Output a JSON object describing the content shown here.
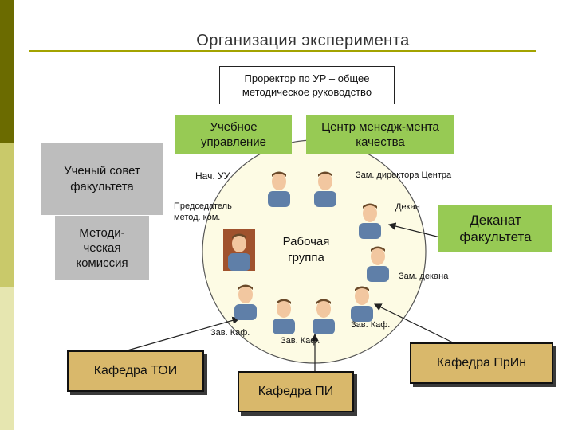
{
  "title": "Организация эксперимента",
  "boxes": {
    "prorector": "Проректор по УР – общее методическое руководство",
    "uchebnoe": "Учебное управление",
    "centr": "Центр менедж-мента качества",
    "uch_sovet": "Ученый совет факультета",
    "metod": "Методи-ческая комиссия",
    "dekanat": "Деканат факультета",
    "toi": "Кафедра ТОИ",
    "pi": "Кафедра ПИ",
    "prin": "Кафедра ПрИн"
  },
  "roles": {
    "nach_uu": "Нач. УУ",
    "zam_dir": "Зам. директора Центра",
    "pred": "Председатель метод. ком.",
    "dekan": "Декан",
    "zam_dekana": "Зам. декана",
    "zav1": "Зав. Каф.",
    "zav2": "Зав. Каф.",
    "zav3": "Зав. Каф."
  },
  "center": "Рабочая группа",
  "colors": {
    "gray": "#bdbdbd",
    "green": "#97ca54",
    "tan": "#d9b86b",
    "accent": "#a3a300"
  }
}
